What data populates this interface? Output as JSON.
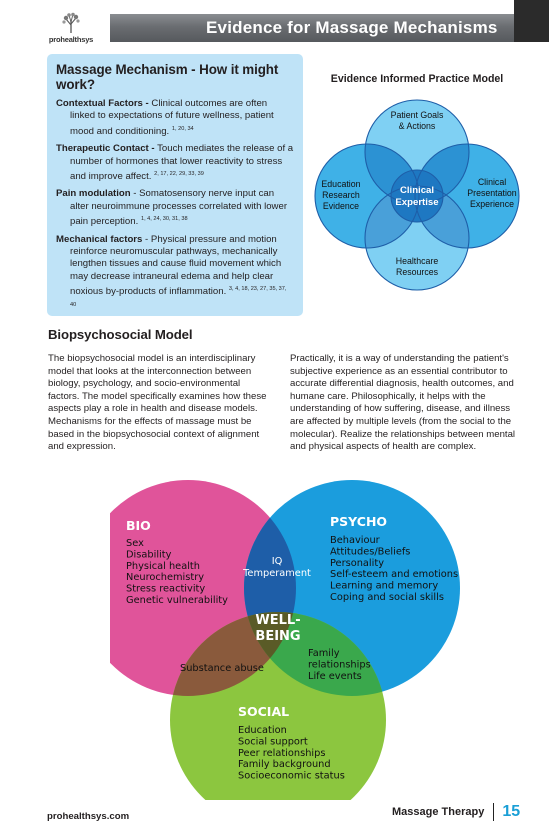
{
  "brand": {
    "logo_text": "prohealthsys"
  },
  "header": {
    "title": "Evidence for Massage Mechanisms"
  },
  "mechanisms": {
    "title": "Massage Mechanism - How it might work?",
    "items": [
      {
        "label": "Contextual Factors -",
        "text": " Clinical outcomes are often linked to expectations of future wellness, patient mood and conditioning.",
        "refs": "1, 20, 34"
      },
      {
        "label": "Therapeutic Contact -",
        "text": " Touch mediates the release of a number of hormones that lower reactivity to stress and improve affect.",
        "refs": "2, 17, 22, 29, 33, 39"
      },
      {
        "label": "Pain modulation",
        "text": " - Somatosensory nerve input can alter neuroimmune processes correlated with lower pain perception.",
        "refs": "1, 4, 24, 30, 31, 38"
      },
      {
        "label": "Mechanical factors",
        "text": " - Physical pressure and motion reinforce neuromuscular pathways, mechanically lengthen tissues and cause fluid movement which may decrease intraneural edema and help clear noxious by-products of inflammation.",
        "refs": "3, 4, 18, 23, 27, 35, 37, 40"
      }
    ]
  },
  "ebp": {
    "title": "Evidence Informed Practice Model",
    "top": [
      "Patient Goals",
      "& Actions"
    ],
    "left": [
      "Education",
      "Research",
      "Evidence"
    ],
    "right": [
      "Clinical",
      "Presentation",
      "Experience"
    ],
    "bottom": [
      "Healthcare",
      "Resources"
    ],
    "center": [
      "Clinical",
      "Expertise"
    ],
    "colors": {
      "light": "#7fd0f3",
      "mid": "#3fb1e7",
      "dark": "#1e78c2"
    }
  },
  "biopsychosocial": {
    "title": "Biopsychosocial Model",
    "left_text": "The biopsychosocial model is an interdisciplinary model that looks at the interconnection between biology, psychology, and socio-environmental factors. The model specifically examines how these aspects play a role in health and disease models. Mechanisms for the effects of massage must be based in the biopsychosocial context of alignment and expression.",
    "right_text": "Practically, it is a way of understanding the patient's subjective experience as an essential contributor to accurate differential diagnosis, health outcomes, and humane care. Philosophically, it helps with the understanding of how suffering, disease, and illness are affected by multiple levels (from the social to the molecular). Realize the relationships between mental and physical aspects of health are complex."
  },
  "wellbeing": {
    "bio": {
      "title": "BIO",
      "items": [
        "Sex",
        "Disability",
        "Physical health",
        "Neurochemistry",
        "Stress reactivity",
        "Genetic vulnerability"
      ]
    },
    "psycho": {
      "title": "PSYCHO",
      "items": [
        "Behaviour",
        "Attitudes/Beliefs",
        "Personality",
        "Self-esteem and emotions",
        "Learning and memory",
        "Coping and social skills"
      ]
    },
    "social": {
      "title": "SOCIAL",
      "items": [
        "Education",
        "Social support",
        "Peer relationships",
        "Family background",
        "Socioeconomic status"
      ]
    },
    "bio_psycho": [
      "IQ",
      "Temperament"
    ],
    "bio_social": "Substance abuse",
    "psycho_social": [
      "Family",
      "relationships",
      "Life events"
    ],
    "center": [
      "WELL-",
      "BEING"
    ],
    "colors": {
      "bio": "#e0549a",
      "psycho": "#1b9ddd",
      "social": "#8cc63f",
      "bio_psycho": "#1e5ea8",
      "bio_social": "#8a5a3c",
      "psycho_social": "#3aa84c",
      "center": "#5a5b27"
    }
  },
  "footer": {
    "site": "prohealthsys.com",
    "section": "Massage Therapy",
    "page": "15"
  }
}
